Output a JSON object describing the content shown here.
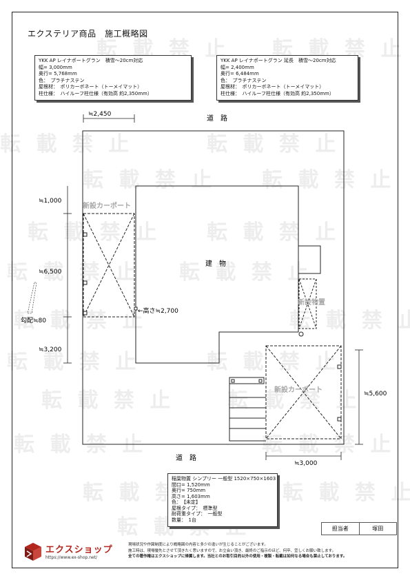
{
  "title": "エクステリア商品　施工概略図",
  "spec_left": {
    "lines": [
      "YKK AP レイナポートグラン　積雪〜20cm対応",
      "幅= 3,000mm",
      "奥行= 5,768mm",
      "色：　プラチナステン",
      "屋根材：　ポリカーボネート（トーメイマット）",
      "柱仕様：　ハイルーフ柱仕様（有効高 約2,350mm）"
    ]
  },
  "spec_right": {
    "lines": [
      "YKK AP レイナポートグラン 延長　積雪〜20cm対応",
      "幅= 2,400mm",
      "奥行= 6,484mm",
      "色：　プラチナステン",
      "屋根材：　ポリカーボネート（トーメイマット）",
      "柱仕様：　ハイルーフ柱仕様（有効高 約2,350mm）"
    ]
  },
  "plan": {
    "road_top": "道　路",
    "road_bottom": "道　路",
    "building": "建　物",
    "dim_top_width": "≒2,450",
    "dim_left_1000": "≒1,000",
    "dim_left_6500": "≒6,500",
    "dim_left_3200": "≒3,200",
    "slope": "勾配≒80",
    "height": "←高さ≒2,700",
    "dim_right_5600": "≒5,600",
    "dim_bottom_3000": "≒3,000",
    "carport_left_label": "新設カーポート",
    "carport_right_label": "新設カーポート",
    "shed_label": "新設物置"
  },
  "spec_shed": {
    "lines": [
      "稲葉物置 シンプリー 一般型 1520×750×1603",
      "間口= 1,520mm",
      "奥行= 750mm",
      "高さ= 1,603mm",
      "色：　【未定】",
      "屋根タイプ：　標準型",
      "耐荷重タイプ：　一般型",
      "数量：　1台"
    ]
  },
  "signature": {
    "label": "担当者",
    "name": "塚田"
  },
  "watermark": "転 載 禁 止",
  "logo": {
    "name": "エクスショップ",
    "url": "https://www.ex-shop.net/"
  },
  "notes": [
    "現場状況や作図制度により概略図の内容と多少の違いが生じることがございます。",
    "施工時は、現場優先とさせて頂きたく思いますので、お立会い頂き、最終のご指示のほど、何卒、宜しくお願い致します。",
    "全ての著作権はエクスショップに帰属します。当社とのお取引目的以外の使用・複製・転載は如何なる場合も禁止しております。"
  ],
  "colors": {
    "accent": "#b3261e",
    "label_gray": "#a8a8a8"
  }
}
